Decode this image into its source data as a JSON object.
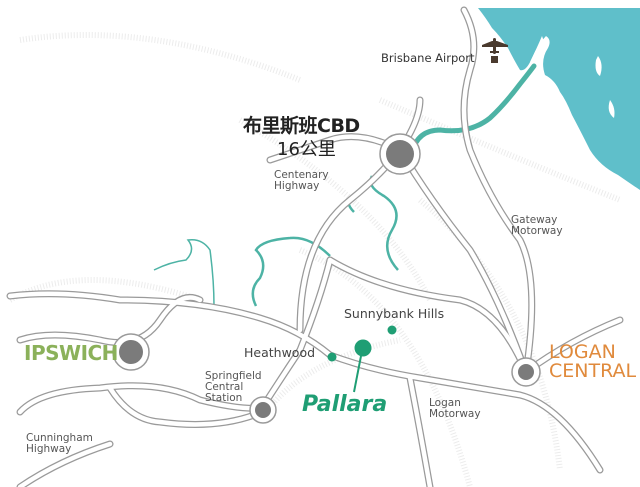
{
  "colors": {
    "water": "#5fbfca",
    "river": "#4db3a5",
    "road_outline": "#9a9a9a",
    "hub": "#7b7b7b",
    "pallara": "#1f9e74",
    "ipswich": "#8bb15a",
    "logan": "#e08a3c",
    "airport_icon": "#4a3a2e"
  },
  "airport": {
    "label": "Brisbane Airport",
    "icon": "airplane-icon",
    "marker": "square-marker"
  },
  "cbd": {
    "title": "布里斯班CBD",
    "distance": "16公里"
  },
  "places": {
    "ipswich": "IPSWICH",
    "logan_line1": "LOGAN",
    "logan_line2": "CENTRAL",
    "sunnybank_hills": "Sunnybank Hills",
    "heathwood": "Heathwood",
    "pallara": "Pallara",
    "springfield_line1": "Springfield",
    "springfield_line2": "Central",
    "springfield_line3": "Station"
  },
  "roads": {
    "centenary_line1": "Centenary",
    "centenary_line2": "Highway",
    "gateway_line1": "Gateway",
    "gateway_line2": "Motorway",
    "logan_mw_line1": "Logan",
    "logan_mw_line2": "Motorway",
    "cunningham_line1": "Cunningham",
    "cunningham_line2": "Highway"
  }
}
